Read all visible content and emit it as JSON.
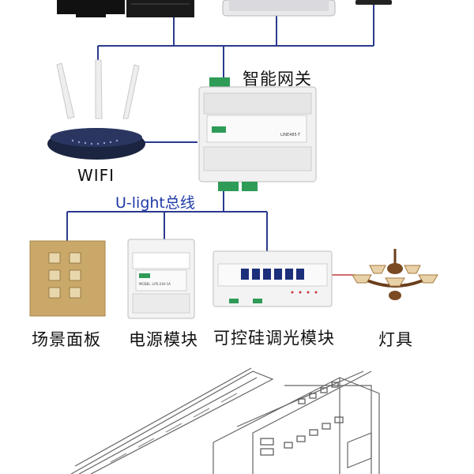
{
  "labels": {
    "gateway": "智能网关",
    "wifi": "WIFI",
    "bus": "U-light总线",
    "scene_panel": "场景面板",
    "power_module": "电源模块",
    "dimmer_module": "可控硅调光模块",
    "lamp": "灯具"
  },
  "device_text": {
    "gateway_model": "LINE485-T",
    "power_model": "MODEL: LPS-24V-1A"
  },
  "colors": {
    "bus_line": "#1f3aa8",
    "connection_line": "#2b3a8f",
    "router_body": "#1b2440",
    "panel_gold": "#c9a86a",
    "terminal_green": "#2e9b57"
  }
}
